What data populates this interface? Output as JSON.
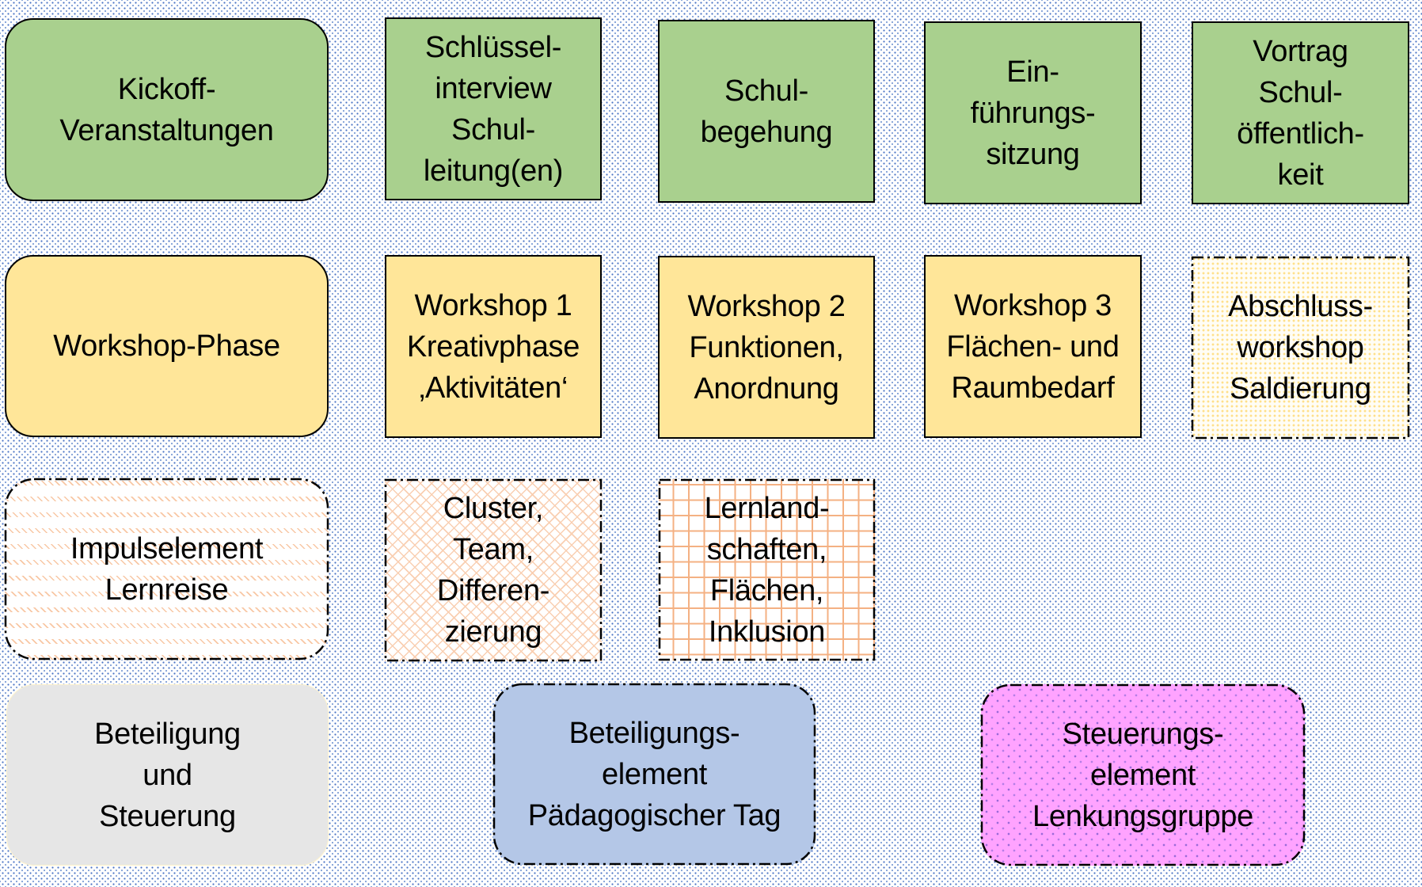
{
  "diagram": {
    "row1": {
      "category": "Kickoff-\nVeranstaltungen",
      "items": [
        "Schlüssel-\ninterview\nSchul-\nleitung(en)",
        "Schul-\nbegehung",
        "Ein-\nführungs-\nsitzung",
        "Vortrag\nSchul-\nöffentlich-\nkeit"
      ]
    },
    "row2": {
      "category": "Workshop-Phase",
      "items": [
        "Workshop 1\nKreativphase\n‚Aktivitäten‘",
        "Workshop 2\nFunktionen,\nAnordnung",
        "Workshop 3\nFlächen- und\nRaumbedarf",
        "Abschluss-\nworkshop\nSaldierung"
      ]
    },
    "row3": {
      "category": "Impulselement\nLernreise",
      "items": [
        "Cluster,\nTeam,\nDifferen-\nzierung",
        "Lernland-\nschaften,\nFlächen,\nInklusion"
      ]
    },
    "row4": {
      "legend_title": "Beteiligung\nund\nSteuerung",
      "participation": "Beteiligungs-\nelement\nPädagogischer Tag",
      "steering": "Steuerungs-\nelement\nLenkungsgruppe"
    }
  },
  "colors": {
    "kickoff_green": "#A9D08E",
    "workshop_yellow": "#FFE699",
    "impulse_orange": "#F4B183",
    "participation_blue": "#B4C7E7",
    "steering_pink": "#FFA3FF",
    "legend_gray": "#E6E6E6",
    "background_dots": "#4472C4"
  }
}
